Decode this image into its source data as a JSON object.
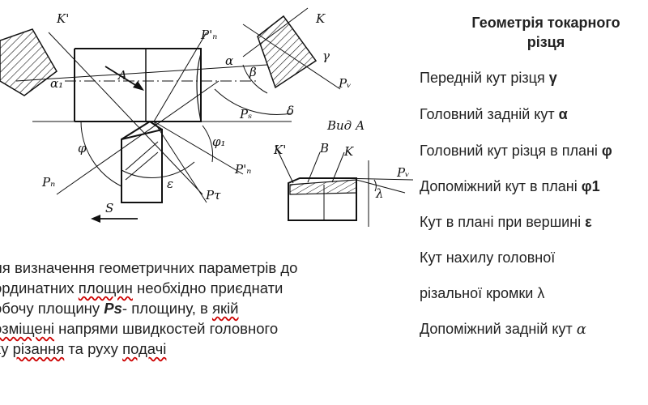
{
  "title": {
    "line1": "Геометрія токарного",
    "line2": "різця"
  },
  "angles": [
    {
      "text": "Передній кут різця ",
      "sym": "γ",
      "sym_style": "bold"
    },
    {
      "text": "Головний задній кут ",
      "sym": "α",
      "sym_style": "bold"
    },
    {
      "text": "Головний кут різця в плані ",
      "sym": "φ",
      "sym_style": "bold"
    },
    {
      "text": "Допоміжний кут в плані ",
      "sym": "φ1",
      "sym_style": "bold"
    },
    {
      "text": "Кут в плані при вершині ",
      "sym": "ε",
      "sym_style": "bold"
    },
    {
      "text": "Кут нахилу головної",
      "sym": "",
      "sym_style": "none"
    },
    {
      "text": "різальної кромки ",
      "sym": "λ",
      "sym_style": "plain"
    },
    {
      "text": "Допоміжний задній кут ",
      "sym": "α",
      "sym_style": "italic"
    }
  ],
  "paragraph": {
    "l1": "ля визначення геометричних параметрів до",
    "l2a": "ординатних ",
    "l2b": "площин",
    "l2c": " необхідно приєднати",
    "l3a": "обочу площину ",
    "l3b": "Ps",
    "l3c": "- площину, в ",
    "l3d": "якій",
    "l4a": "озміщені",
    "l4b": " напрями швидкостей головного",
    "l5a": "ху ",
    "l5b": "різання",
    "l5c": " та руху ",
    "l5d": "подачі"
  },
  "drawing_labels": {
    "K1": "K'",
    "K": "K",
    "A": "A",
    "alpha1": "α₁",
    "Pn1": "P'ₙ",
    "alpha": "α",
    "beta": "β",
    "gamma": "γ",
    "Pv": "Pᵥ",
    "Ps": "Pₛ",
    "delta": "δ",
    "phi": "φ",
    "phi1": "φ₁",
    "Pn": "Pₙ",
    "Pn2": "P'ₙ",
    "eps": "ε",
    "Ptau": "Pτ",
    "S": "S",
    "vidA": "Вид А",
    "K1b": "K'",
    "B": "B",
    "Kb": "K",
    "Pv2": "Pᵥ",
    "lambda": "λ"
  }
}
